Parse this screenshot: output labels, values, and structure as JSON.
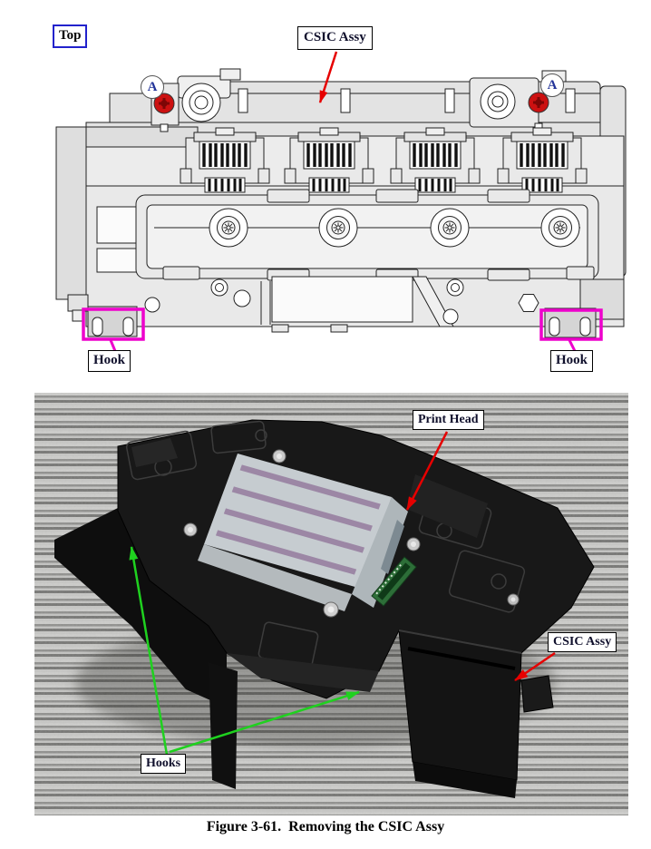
{
  "caption": "Figure 3-61.  Removing the CSIC Assy",
  "diagram": {
    "labels": {
      "top": "Top",
      "csic_assy": "CSIC Assy",
      "screw_a_left": "A",
      "screw_a_right": "A",
      "hook_left": "Hook",
      "hook_right": "Hook"
    },
    "colors": {
      "hook_highlight": "#ee00cc",
      "screw_fill": "#cc1111",
      "arrow": "#e60000",
      "top_label_border": "#2222cc",
      "body_fill": "#e3e3e3",
      "outline": "#222222"
    }
  },
  "photo": {
    "labels": {
      "print_head": "Print Head",
      "csic_assy": "CSIC Assy",
      "hooks": "Hooks"
    },
    "colors": {
      "arrow_red": "#e60000",
      "arrow_green": "#1fd11f",
      "carpet_base": "#b7b7b5",
      "plastic": "#181818",
      "print_head_plate": "#c6ccd0",
      "stripe": "#9c87a5",
      "pcb": "#2d6e38"
    }
  }
}
